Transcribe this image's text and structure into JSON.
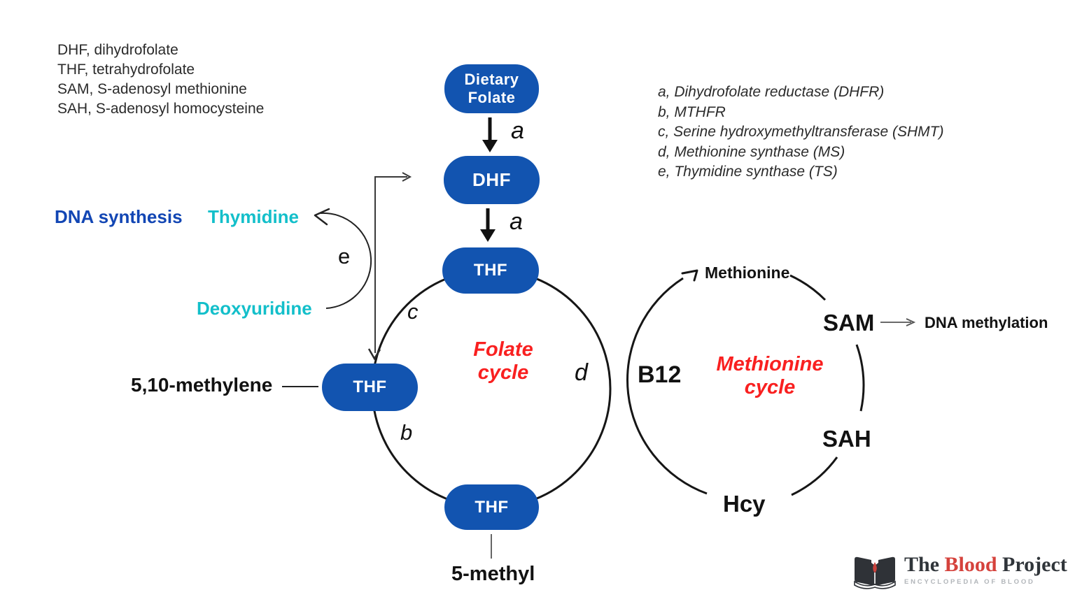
{
  "abbreviation_legend": [
    "DHF, dihydrofolate",
    "THF, tetrahydrofolate",
    "SAM, S-adenosyl methionine",
    "SAH, S-adenosyl homocysteine"
  ],
  "enzyme_legend": [
    "a, Dihydrofolate reductase (DHFR)",
    "b, MTHFR",
    "c, Serine hydroxymethyltransferase (SHMT)",
    "d, Methionine synthase (MS)",
    "e, Thymidine synthase (TS)"
  ],
  "folate_cycle": {
    "title": "Folate cycle",
    "nodes": {
      "dietary_folate_line1": "Dietary",
      "dietary_folate_line2": "Folate",
      "dhf": "DHF",
      "thf_top": "THF",
      "thf_left": "THF",
      "thf_bottom": "THF"
    },
    "step_labels": {
      "a1": "a",
      "a2": "a",
      "b": "b",
      "c": "c",
      "d": "d",
      "e": "e"
    },
    "metabolites": {
      "dna_synthesis": "DNA synthesis",
      "thymidine": "Thymidine",
      "deoxyuridine": "Deoxyuridine",
      "methylene": "5,10-methylene",
      "five_methyl": "5-methyl"
    }
  },
  "methionine_cycle": {
    "title_line1": "Methionine",
    "title_line2": "cycle",
    "metabolites": {
      "methionine": "Methionine",
      "sam": "SAM",
      "sah": "SAH",
      "hcy": "Hcy",
      "b12": "B12",
      "dna_methylation": "DNA methylation"
    }
  },
  "logo": {
    "word1": "The",
    "word2": "Blood",
    "word3": "Project",
    "subtitle": "ENCYCLOPEDIA OF BLOOD"
  },
  "colors": {
    "node_blue": "#1254b0",
    "cycle_red": "#f92020",
    "teal": "#13bfca",
    "dna_synthesis_blue": "#1246b4",
    "logo_red": "#d5423c",
    "logo_dark": "#30353a",
    "line_black": "#161616"
  }
}
